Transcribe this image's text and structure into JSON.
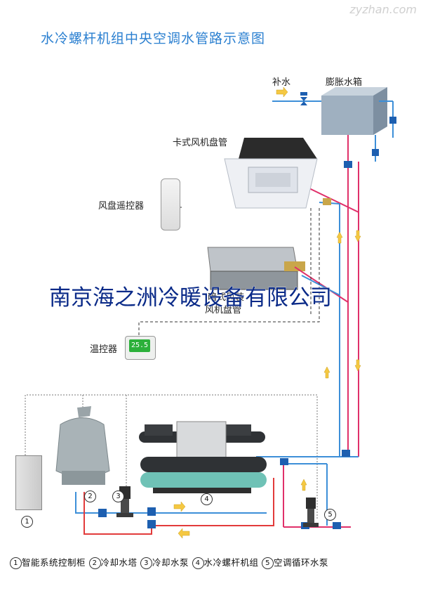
{
  "title": "水冷螺杆机组中央空调水管路示意图",
  "watermark": "南京海之洲冷暖设备有限公司",
  "site": "zyzhan.com",
  "labels": {
    "makeup_water": "补水",
    "expansion_tank": "膨胀水箱",
    "cassette_fcu": "卡式风机盘管",
    "remote": "风盘遥控器",
    "concealed_fcu_line1": "暗式风装",
    "concealed_fcu_line2": "风机盘管",
    "thermostat": "温控器",
    "thermostat_display": "25.5"
  },
  "markers": [
    "1",
    "2",
    "3",
    "4",
    "5"
  ],
  "legend": [
    {
      "num": "1",
      "text": "智能系统控制柜"
    },
    {
      "num": "2",
      "text": "冷却水塔"
    },
    {
      "num": "3",
      "text": "冷却水泵"
    },
    {
      "num": "4",
      "text": "水冷螺杆机组"
    },
    {
      "num": "5",
      "text": "空调循环水泵"
    }
  ],
  "colors": {
    "supply_pipe": "#3d8fd8",
    "return_pipe": "#e0306a",
    "cooling_pipe_red": "#e23b3b",
    "arrow": "#f5c842",
    "title": "#2a7fd0"
  }
}
